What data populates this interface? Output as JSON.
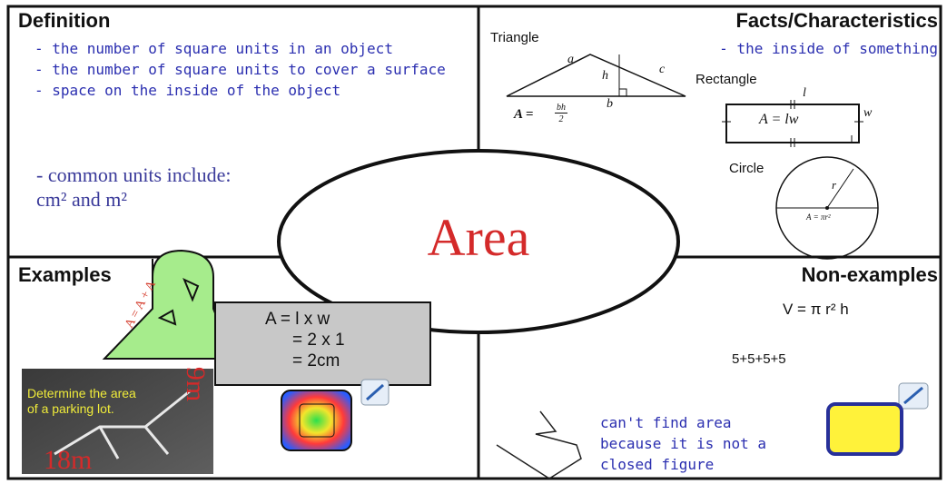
{
  "center": {
    "title": "Area"
  },
  "definition": {
    "heading": "Definition",
    "bullets": [
      "- the number of square units in an object",
      "- the number of square units to cover a surface",
      "- space on the inside of the object"
    ],
    "units_line1": "- common units include:",
    "units_line2": "cm² and m²"
  },
  "facts": {
    "heading": "Facts/Characteristics",
    "note": "- the inside of something",
    "triangle": {
      "label": "Triangle",
      "a": "a",
      "h": "h",
      "c": "c",
      "b": "b",
      "formula_lhs": "A =",
      "formula_num": "bh",
      "formula_den": "2"
    },
    "rectangle": {
      "label": "Rectangle",
      "l": "l",
      "w": "w",
      "formula": "A = lw"
    },
    "circle": {
      "label": "Circle",
      "r": "r",
      "formula": "A = πr²"
    }
  },
  "examples": {
    "heading": "Examples",
    "shape_label": "A = A + A",
    "formula_lines": [
      "A = l x w",
      "= 2 x 1",
      "= 2cm"
    ],
    "photo_caption_1": "Determine the area",
    "photo_caption_2": "of a parking lot.",
    "dim_height": "9m",
    "dim_width": "18m"
  },
  "nonexamples": {
    "heading": "Non-examples",
    "volume": "V = π r² h",
    "sum": "5+5+5+5",
    "note_lines": [
      "can't find area",
      "because it is not a",
      "closed figure"
    ]
  },
  "colors": {
    "title_red": "#d42a2a",
    "handwriting_blue": "#2b2fb0",
    "shape_green": "#a6ec8c"
  }
}
